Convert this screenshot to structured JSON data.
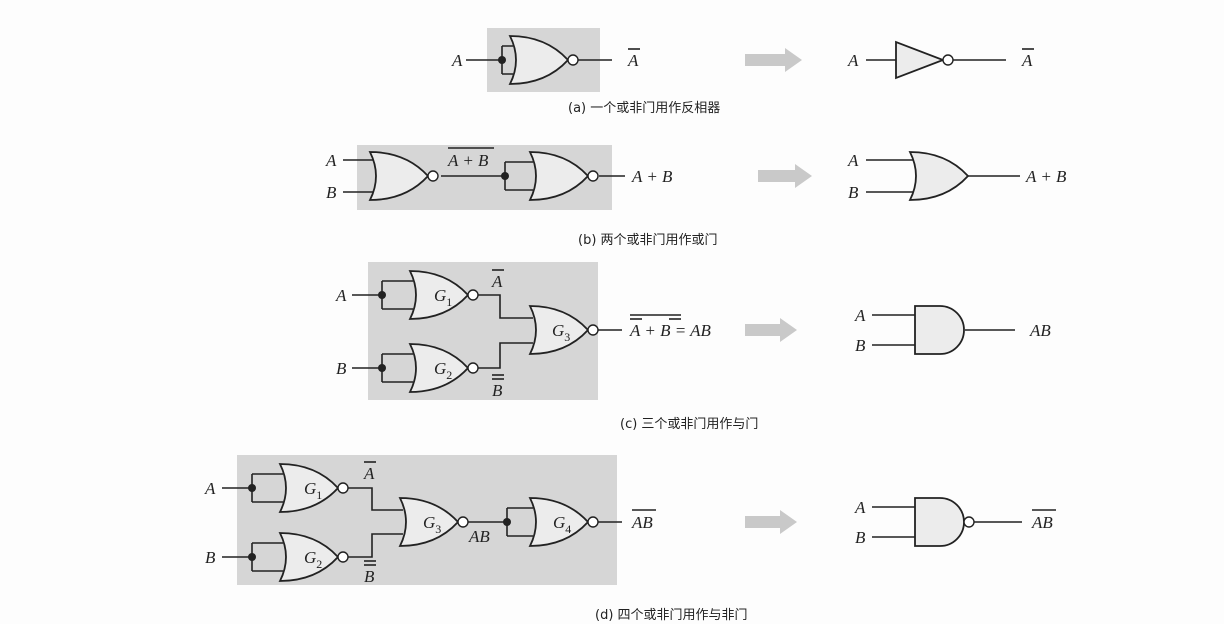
{
  "colors": {
    "shade": "#d6d6d6",
    "arrow": "#c9c9c9",
    "ink": "#222222"
  },
  "a": {
    "caption": "(a) 一个或非门用作反相器",
    "in": "A",
    "out": "A",
    "right_in": "A",
    "right_out": "A"
  },
  "b": {
    "caption": "(b) 两个或非门用作或门",
    "in_a": "A",
    "in_b": "B",
    "mid": "A + B",
    "out": "A + B",
    "right_a": "A",
    "right_b": "B",
    "right_out": "A + B"
  },
  "c": {
    "caption": "(c) 三个或非门用作与门",
    "in_a": "A",
    "in_b": "B",
    "g1": "G",
    "g1_sub": "1",
    "g2": "G",
    "g2_sub": "2",
    "g3": "G",
    "g3_sub": "3",
    "na": "A",
    "nb": "B",
    "out_a": "A",
    "out_plus": " + ",
    "out_b": "B",
    "out_eq": " = AB",
    "right_a": "A",
    "right_b": "B",
    "right_out": "AB"
  },
  "d": {
    "caption": "(d) 四个或非门用作与非门",
    "in_a": "A",
    "in_b": "B",
    "g1": "G",
    "g1_sub": "1",
    "g2": "G",
    "g2_sub": "2",
    "g3": "G",
    "g3_sub": "3",
    "g4": "G",
    "g4_sub": "4",
    "na": "A",
    "nb": "B",
    "mid": "AB",
    "out": "AB",
    "right_a": "A",
    "right_b": "B",
    "right_out": "AB"
  }
}
